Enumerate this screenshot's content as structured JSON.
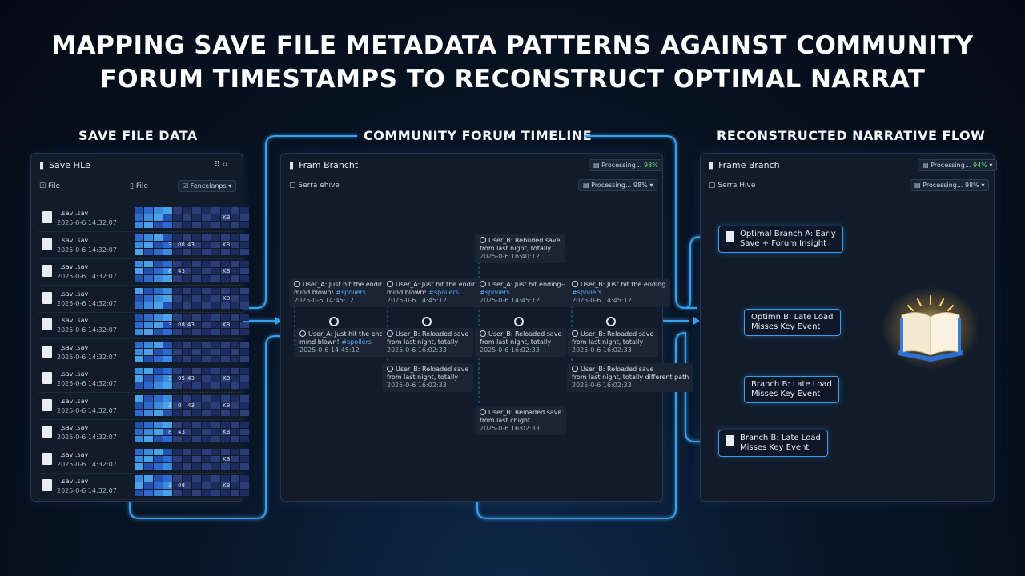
{
  "title": {
    "line1": "MAPPING SAVE FILE METADATA PATTERNS AGAINST COMMUNITY",
    "line2": "FORUM TIMESTAMPS TO RECONSTRUCT OPTIMAL NARRAT"
  },
  "sections": {
    "save": "SAVE FILE DATA",
    "forum": "COMMUNITY FORUM TIMELINE",
    "narrative": "RECONSTRUCTED NARRATIVE FLOW"
  },
  "save_panel": {
    "header": "Save FiLe",
    "header_icons": "⠿  ‹›",
    "toolbar": {
      "col1": "File",
      "col2": "File",
      "dropdown": "Fencelanps"
    },
    "files": [
      {
        "name": ".sav .sav",
        "time": "2025-0-6 14:32:07",
        "labels": [
          "",
          "",
          "",
          "",
          "KB"
        ]
      },
      {
        "name": ".sav .sav",
        "time": "2025-0-6 14:32:07",
        "labels": [
          "3",
          "08",
          "43",
          "",
          "KB"
        ]
      },
      {
        "name": ".sav .sav",
        "time": "2025-0-6 14:32:07",
        "labels": [
          "8",
          "43",
          "",
          "",
          "KB"
        ]
      },
      {
        "name": ".sav .sav",
        "time": "2025-0-6 14:32:07",
        "labels": [
          "",
          "",
          "",
          "",
          "KB"
        ]
      },
      {
        "name": ".sav .sav",
        "time": "2025-0-6 14:32:07",
        "labels": [
          "3",
          "08",
          "43",
          "",
          "KB"
        ]
      },
      {
        "name": ".sav .sav",
        "time": "2025-0-6 14:32:07",
        "labels": [
          "",
          "",
          "",
          "",
          ""
        ]
      },
      {
        "name": ".sav .sav",
        "time": "2025-0-6 14:32:07",
        "labels": [
          "3",
          "05",
          "43",
          "",
          "KB"
        ]
      },
      {
        "name": ".sav .sav",
        "time": "2025-0-6 14:32:07",
        "labels": [
          "3",
          "0",
          "43",
          "",
          "KB"
        ]
      },
      {
        "name": ".sav .sav",
        "time": "2025-0-6 14:32:07",
        "labels": [
          "8",
          "43",
          "",
          "",
          "KB"
        ]
      },
      {
        "name": ".sav .sav",
        "time": "2025-0-6 14:32:07",
        "labels": [
          "",
          "",
          "",
          "",
          "KB"
        ]
      },
      {
        "name": ".sav .sav",
        "time": "2025-0-6 14:32:07",
        "labels": [
          "3",
          "08",
          "",
          "",
          "KB"
        ]
      }
    ]
  },
  "forum_panel": {
    "header": "Fram Brancht",
    "search": "Serra ehive",
    "chip1": "Processing...",
    "chip1_pct": "98%",
    "chip2": "Processing... 98%",
    "nodes": [
      {
        "user": "User_B: Rebuded save",
        "text": "from last night, totally",
        "tag": "",
        "ts": "2025-0-6 16:40:12"
      },
      {
        "user": "User_A: Just hit the ending",
        "text": "mind blown!",
        "tag": "#spoilers",
        "ts": "2025-0-6 14:45:12"
      },
      {
        "user": "User_A: Just hit the ending",
        "text": "mind blown!",
        "tag": "#spoilers",
        "ts": "2025-0-6 14:45:12"
      },
      {
        "user": "User_A: Just hit ending--",
        "text": "",
        "tag": "#spoilers",
        "ts": "2025-0-6 14:45:12"
      },
      {
        "user": "User_B: Just hit the ending",
        "text": "",
        "tag": "#spoilers",
        "ts": "2025-0-6 14:45:12"
      },
      {
        "user": "User_A: Just hit the ending",
        "text": "mind blown!",
        "tag": "#spoilers",
        "ts": "2025-0-6 14:45:12"
      },
      {
        "user": "User_B: Reloaded save",
        "text": "from last night, totally",
        "tag": "",
        "ts": "2025-0-6 16:02:33"
      },
      {
        "user": "User_B: Reloaded save",
        "text": "from last night, totally",
        "tag": "",
        "ts": "2025-0-6 16:02:33"
      },
      {
        "user": "User_B: Reloaded save",
        "text": "from last night, totally",
        "tag": "",
        "ts": "2025-0-6 16:02:33"
      },
      {
        "user": "User_B: Reloaded save",
        "text": "from last night, totally",
        "tag": "",
        "ts": "2025-0-6 16:02:33"
      },
      {
        "user": "User_B: Reloaded save",
        "text": "from last night, totally different path",
        "tag": "",
        "ts": "2025-0-6 16:02:33"
      },
      {
        "user": "User_B: Reloaded save",
        "text": "from last chight",
        "tag": "",
        "ts": "2025-0-6 16:02:33"
      }
    ]
  },
  "narrative_panel": {
    "header": "Frame Branch",
    "search": "Serra Hive",
    "chip1": "Processing...",
    "chip1_pct": "94%",
    "chip2": "Processing... 98%",
    "boxes": [
      {
        "line1": "Optimal Branch A: Early",
        "line2": "Save + Forum Insight"
      },
      {
        "line1": "Optimn B: Late Load",
        "line2": "Misses Key Event"
      },
      {
        "line1": "Branch B: Late Load",
        "line2": "Misses Key Event"
      },
      {
        "line1": "Branch B: Late Load",
        "line2": "Misses Key Event"
      }
    ]
  },
  "colors": {
    "accent": "#3d9ce8",
    "progress_green": "#5ee07a",
    "grid_palette": [
      "#1f3d8a",
      "#2450b0",
      "#2d6ad0",
      "#3a8ae0",
      "#4aa3ea",
      "#2a3f7a",
      "#1c2c5e"
    ]
  }
}
